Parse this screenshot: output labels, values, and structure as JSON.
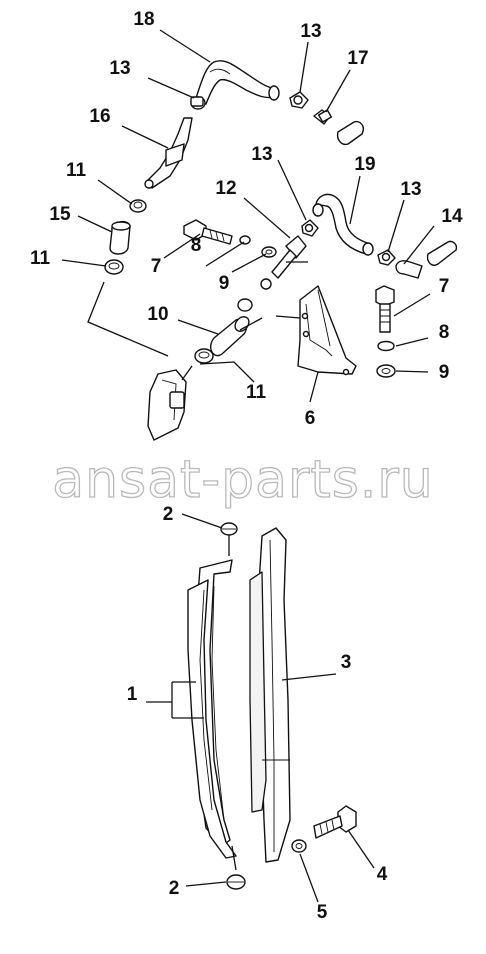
{
  "watermark": "ansat-parts.ru",
  "callouts": {
    "c18": "18",
    "c13a": "13",
    "c17": "17",
    "c13b": "13",
    "c16": "16",
    "c13c": "13",
    "c19": "19",
    "c13d": "13",
    "c11a": "11",
    "c12": "12",
    "c14": "14",
    "c15": "15",
    "c11b": "11",
    "c7a": "7",
    "c8a": "8",
    "c9a": "9",
    "c7b": "7",
    "c10": "10",
    "c8b": "8",
    "c9b": "9",
    "c11c": "11",
    "c6": "6",
    "c2a": "2",
    "c3": "3",
    "c1": "1",
    "c4": "4",
    "c2b": "2",
    "c5": "5"
  }
}
